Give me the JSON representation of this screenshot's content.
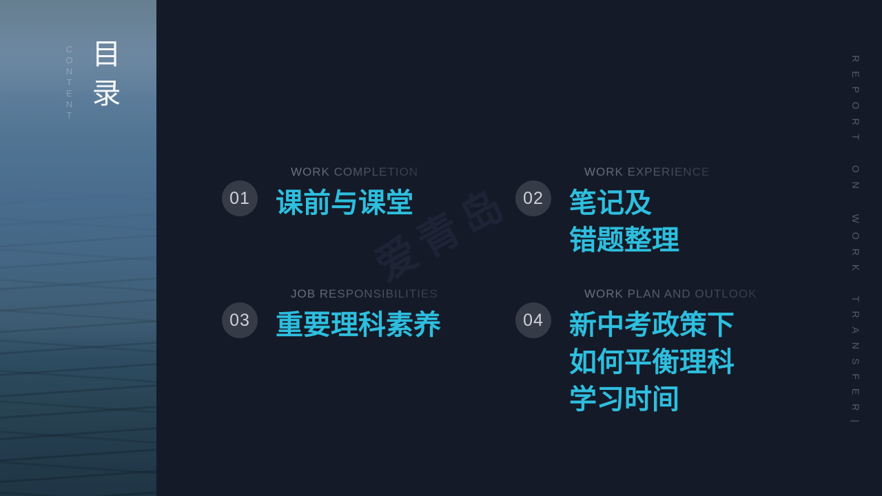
{
  "slide": {
    "background_color": "#141A27",
    "accent_color": "#2EBEDE",
    "photo_panel": {
      "title": "目录",
      "subtitle": "CONTENT"
    },
    "side_caption": "REPORT ON WORK TRANSFER|",
    "watermark": "爱青岛",
    "items": [
      {
        "number": "01",
        "label": "WORK COMPLETION",
        "title": "课前与课堂"
      },
      {
        "number": "02",
        "label": "WORK EXPERIENCE",
        "title": "笔记及\n错题整理"
      },
      {
        "number": "03",
        "label": "JOB RESPONSIBILITIES",
        "title": "重要理科素养"
      },
      {
        "number": "04",
        "label": "WORK PLAN AND OUTLOOK",
        "title": "新中考政策下\n如何平衡理科\n学习时间"
      }
    ]
  }
}
